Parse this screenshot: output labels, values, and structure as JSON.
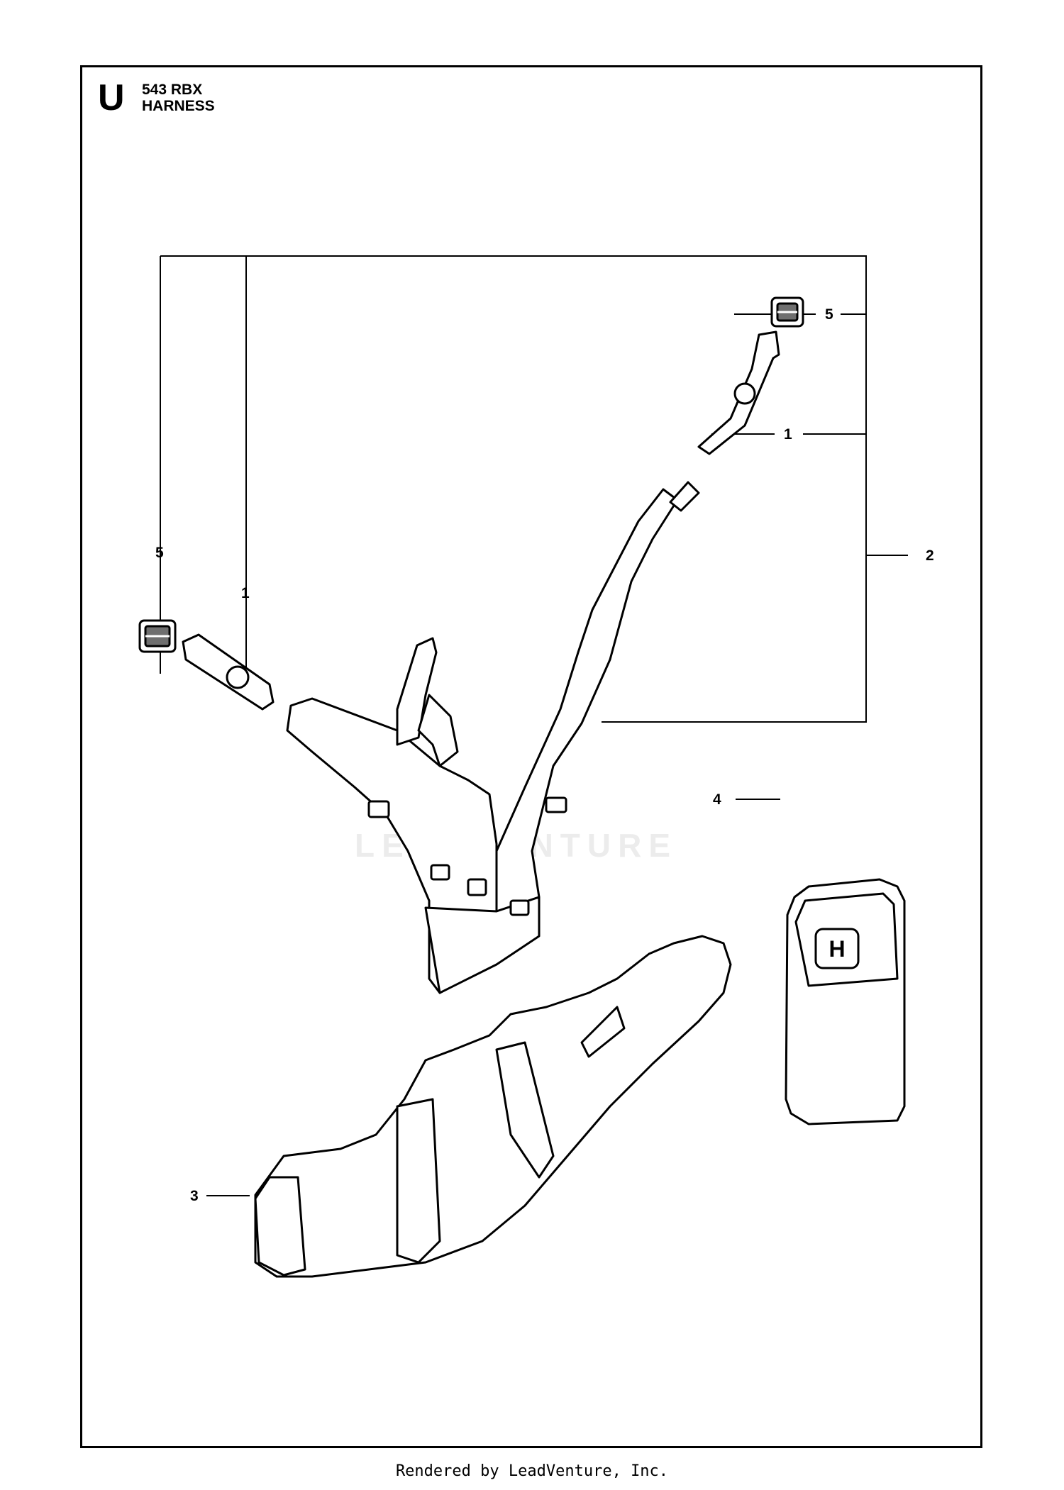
{
  "section": {
    "letter": "U",
    "model": "543 RBX",
    "title": "HARNESS"
  },
  "callouts": [
    {
      "id": "5-top",
      "label": "5"
    },
    {
      "id": "1-top",
      "label": "1"
    },
    {
      "id": "2",
      "label": "2"
    },
    {
      "id": "5-left",
      "label": "5"
    },
    {
      "id": "1-left",
      "label": "1"
    },
    {
      "id": "4",
      "label": "4"
    },
    {
      "id": "3",
      "label": "3"
    }
  ],
  "watermark": "LEADVENTURE",
  "footer": "Rendered by LeadVenture, Inc.",
  "colors": {
    "line": "#000000",
    "part_fill": "#ffffff",
    "shade": "#6f6f6f",
    "watermark": "#ececec"
  }
}
